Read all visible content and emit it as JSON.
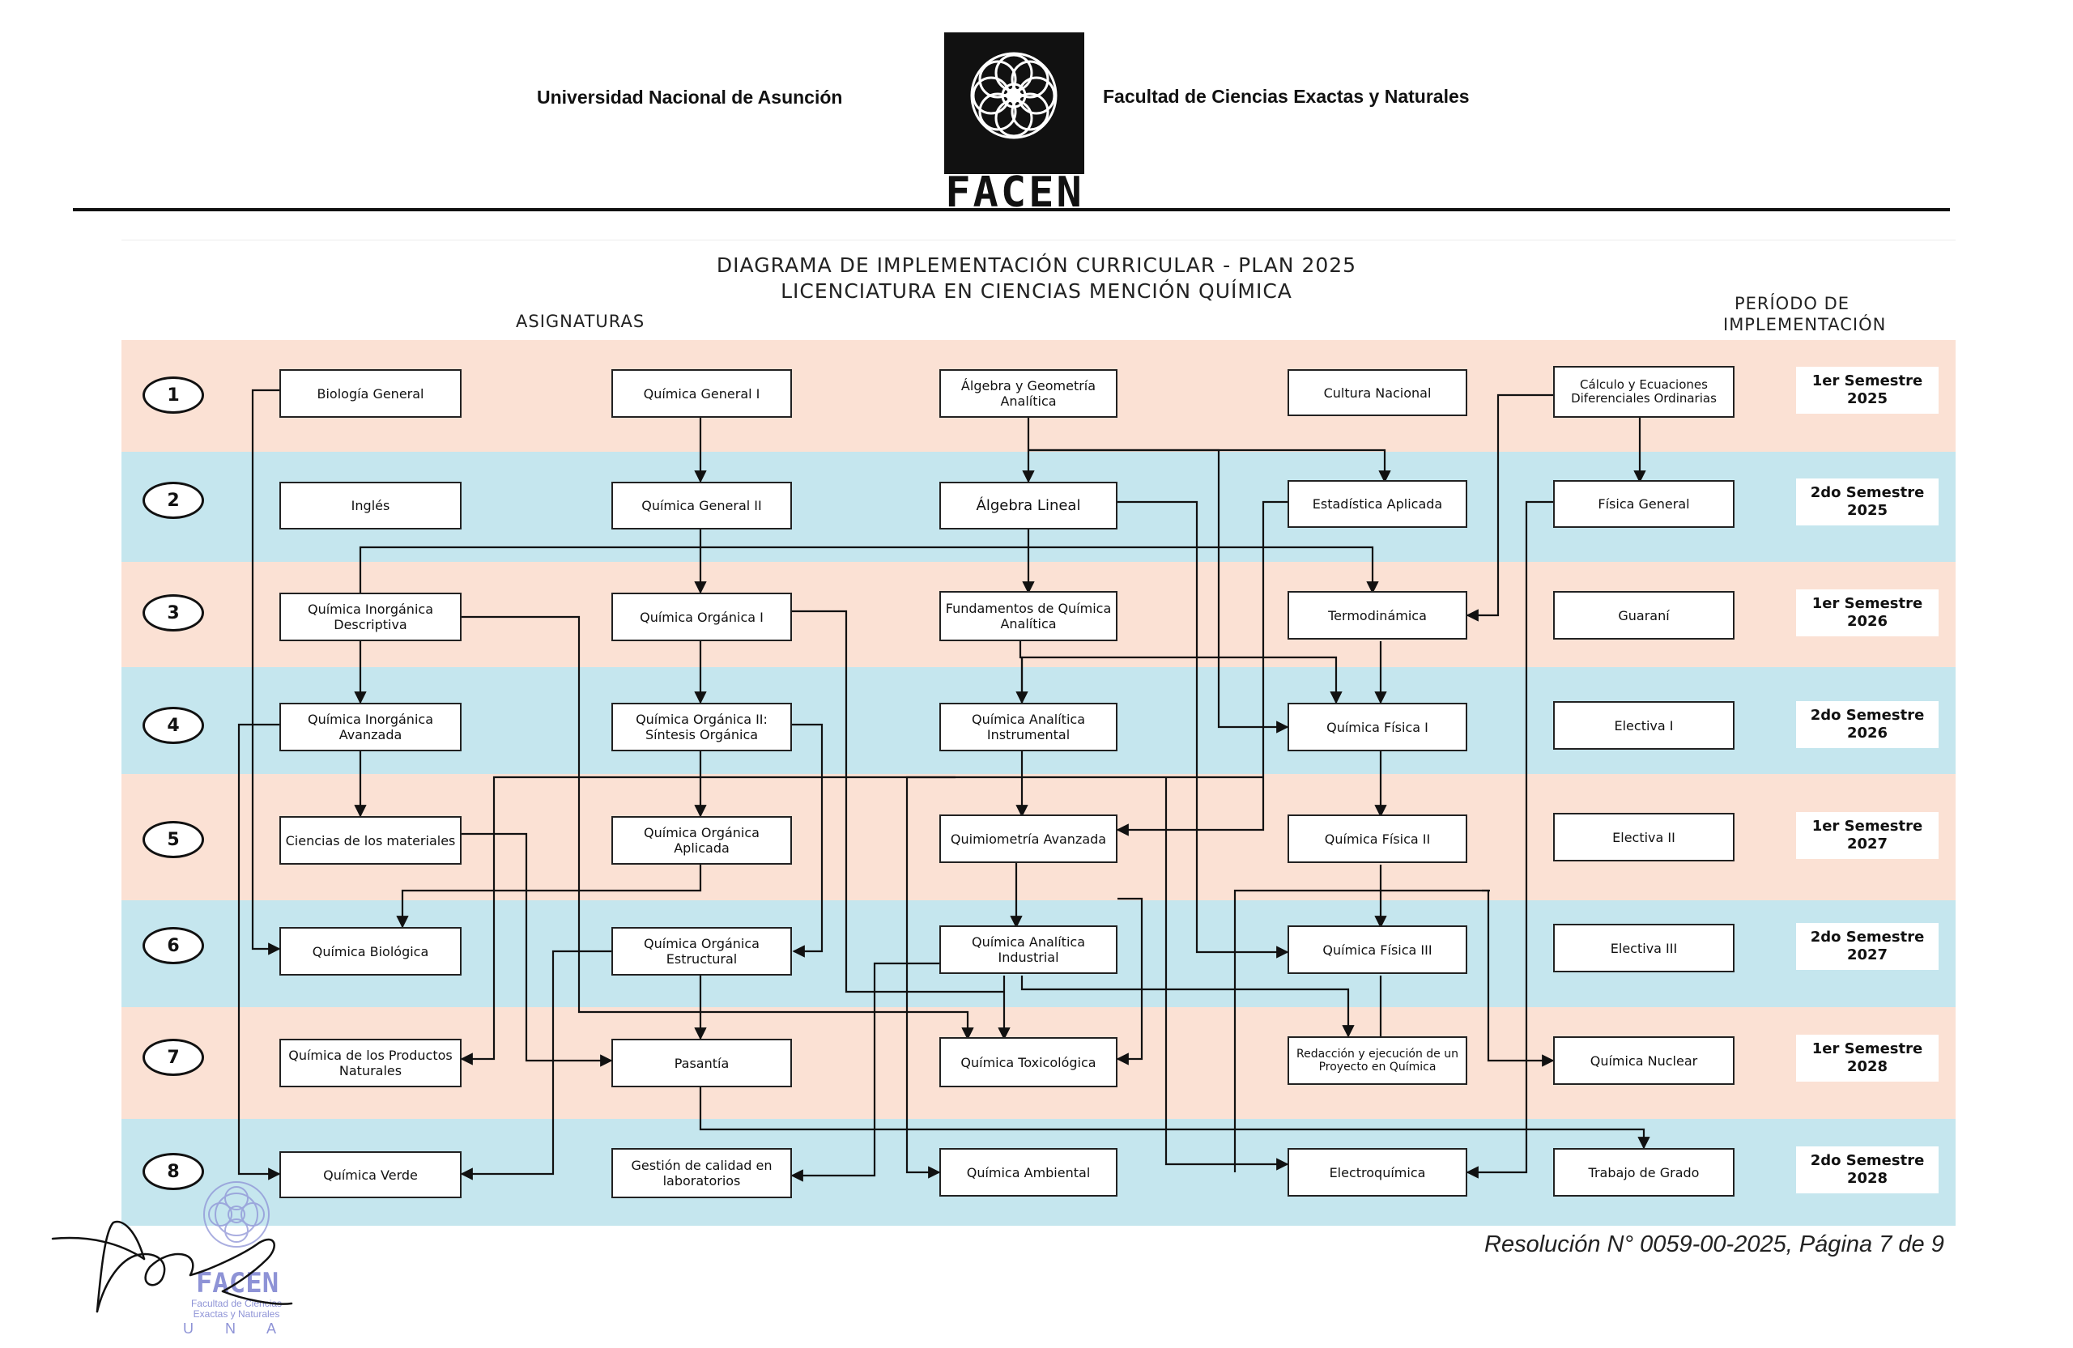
{
  "header": {
    "university": "Universidad Nacional de Asunción",
    "faculty": "Facultad de Ciencias Exactas y Naturales",
    "logo_text": "FACEN"
  },
  "titles": {
    "line1": "DIAGRAMA DE IMPLEMENTACIÓN CURRICULAR - PLAN 2025",
    "line2": "LICENCIATURA EN CIENCIAS MENCIÓN QUÍMICA"
  },
  "column_headers": {
    "subjects": "ASIGNATURAS",
    "period": "PERÍODO DE IMPLEMENTACIÓN"
  },
  "colors": {
    "band_odd": "#fbe1d4",
    "band_even": "#c5e6ee",
    "stamp": "#8e93d6"
  },
  "semesters": [
    {
      "number": "1",
      "period": "1er Semestre 2025"
    },
    {
      "number": "2",
      "period": "2do Semestre 2025"
    },
    {
      "number": "3",
      "period": "1er Semestre 2026"
    },
    {
      "number": "4",
      "period": "2do Semestre 2026"
    },
    {
      "number": "5",
      "period": "1er Semestre 2027"
    },
    {
      "number": "6",
      "period": "2do Semestre 2027"
    },
    {
      "number": "7",
      "period": "1er Semestre 2028"
    },
    {
      "number": "8",
      "period": "2do Semestre 2028"
    }
  ],
  "subjects": {
    "r1c1": "Biología General",
    "r1c2": "Química General I",
    "r1c3": "Álgebra y Geometría Analítica",
    "r1c4": "Cultura Nacional",
    "r1c5": "Cálculo y Ecuaciones Diferenciales Ordinarias",
    "r2c1": "Inglés",
    "r2c2": "Química General II",
    "r2c3": "Álgebra Lineal",
    "r2c4": "Estadística Aplicada",
    "r2c5": "Física General",
    "r3c1": "Química Inorgánica Descriptiva",
    "r3c2": "Química Orgánica I",
    "r3c3": "Fundamentos de Química Analítica",
    "r3c4": "Termodinámica",
    "r3c5": "Guaraní",
    "r4c1": "Química Inorgánica Avanzada",
    "r4c2": "Química Orgánica II: Síntesis Orgánica",
    "r4c3": "Química Analítica Instrumental",
    "r4c4": "Química Física I",
    "r4c5": "Electiva I",
    "r5c1": "Ciencias de los materiales",
    "r5c2": "Química Orgánica Aplicada",
    "r5c3": "Quimiometría Avanzada",
    "r5c4": "Química Física II",
    "r5c5": "Electiva II",
    "r6c1": "Química Biológica",
    "r6c2": "Química Orgánica Estructural",
    "r6c3": "Química Analítica Industrial",
    "r6c4": "Química Física III",
    "r6c5": "Electiva III",
    "r7c1": "Química de los Productos Naturales",
    "r7c2": "Pasantía",
    "r7c3": "Química Toxicológica",
    "r7c4": "Redacción y ejecución de un Proyecto en Química",
    "r7c5": "Química Nuclear",
    "r8c1": "Química Verde",
    "r8c2": "Gestión de calidad en laboratorios",
    "r8c3": "Química Ambiental",
    "r8c4": "Electroquímica",
    "r8c5": "Trabajo de Grado"
  },
  "footer": {
    "reference": "Resolución N° 0059-00-2025, Página 7 de 9",
    "stamp_text": "FACEN",
    "stamp_subtitle": "Facultad de Ciencias Exactas y Naturales",
    "stamp_una": "U N A"
  }
}
